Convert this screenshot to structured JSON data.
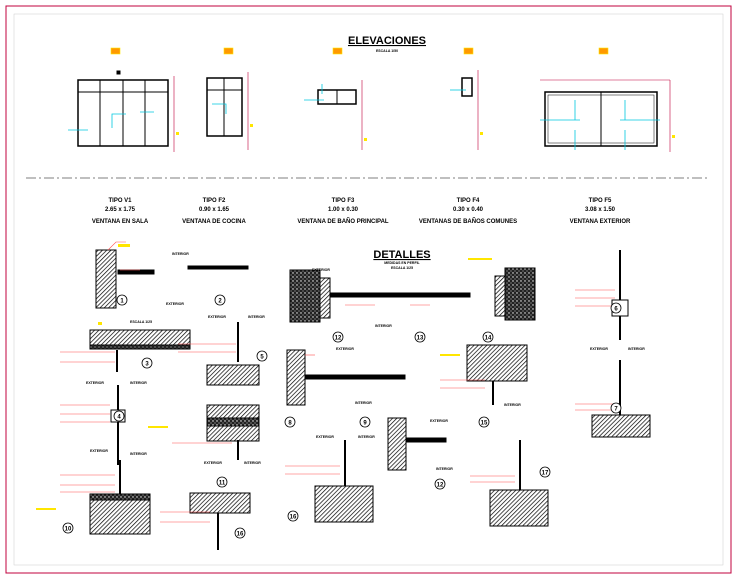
{
  "colors": {
    "frame": "#c0003c",
    "accent_yellow": "#ffe600",
    "accent_orange": "#ff9900",
    "leader_red": "#ff5050",
    "dim_cyan": "#00c8e0",
    "ink": "#000000"
  },
  "elevations": {
    "title": "ELEVACIONES",
    "scale": "ESCALA 1/50",
    "types": [
      {
        "type": "TIPO V1",
        "size": "2.65 x 1.75",
        "name": "VENTANA EN SALA"
      },
      {
        "type": "TIPO F2",
        "size": "0.90 x 1.65",
        "name": "VENTANA DE COCINA"
      },
      {
        "type": "TIPO F3",
        "size": "1.00 x 0.30",
        "name": "VENTANA DE BAÑO PRINCIPAL"
      },
      {
        "type": "TIPO F4",
        "size": "0.30 x 0.40",
        "name": "VENTANAS DE BAÑOS COMUNES"
      },
      {
        "type": "TIPO F5",
        "size": "3.08 x 1.50",
        "name": "VENTANA EXTERIOR"
      }
    ]
  },
  "details": {
    "title": "DETALLES",
    "subtitle": "MEDIDAS EN PERFIL",
    "scale": "ESCALA 1/25",
    "scale_small": "ESCALA 1/25",
    "exterior": "EXTERIOR",
    "interior": "INTERIOR",
    "numbers": [
      "1",
      "2",
      "3",
      "5",
      "4",
      "10",
      "11",
      "16",
      "16",
      "12",
      "13",
      "14",
      "8",
      "9",
      "15",
      "6",
      "7",
      "12",
      "17"
    ]
  }
}
